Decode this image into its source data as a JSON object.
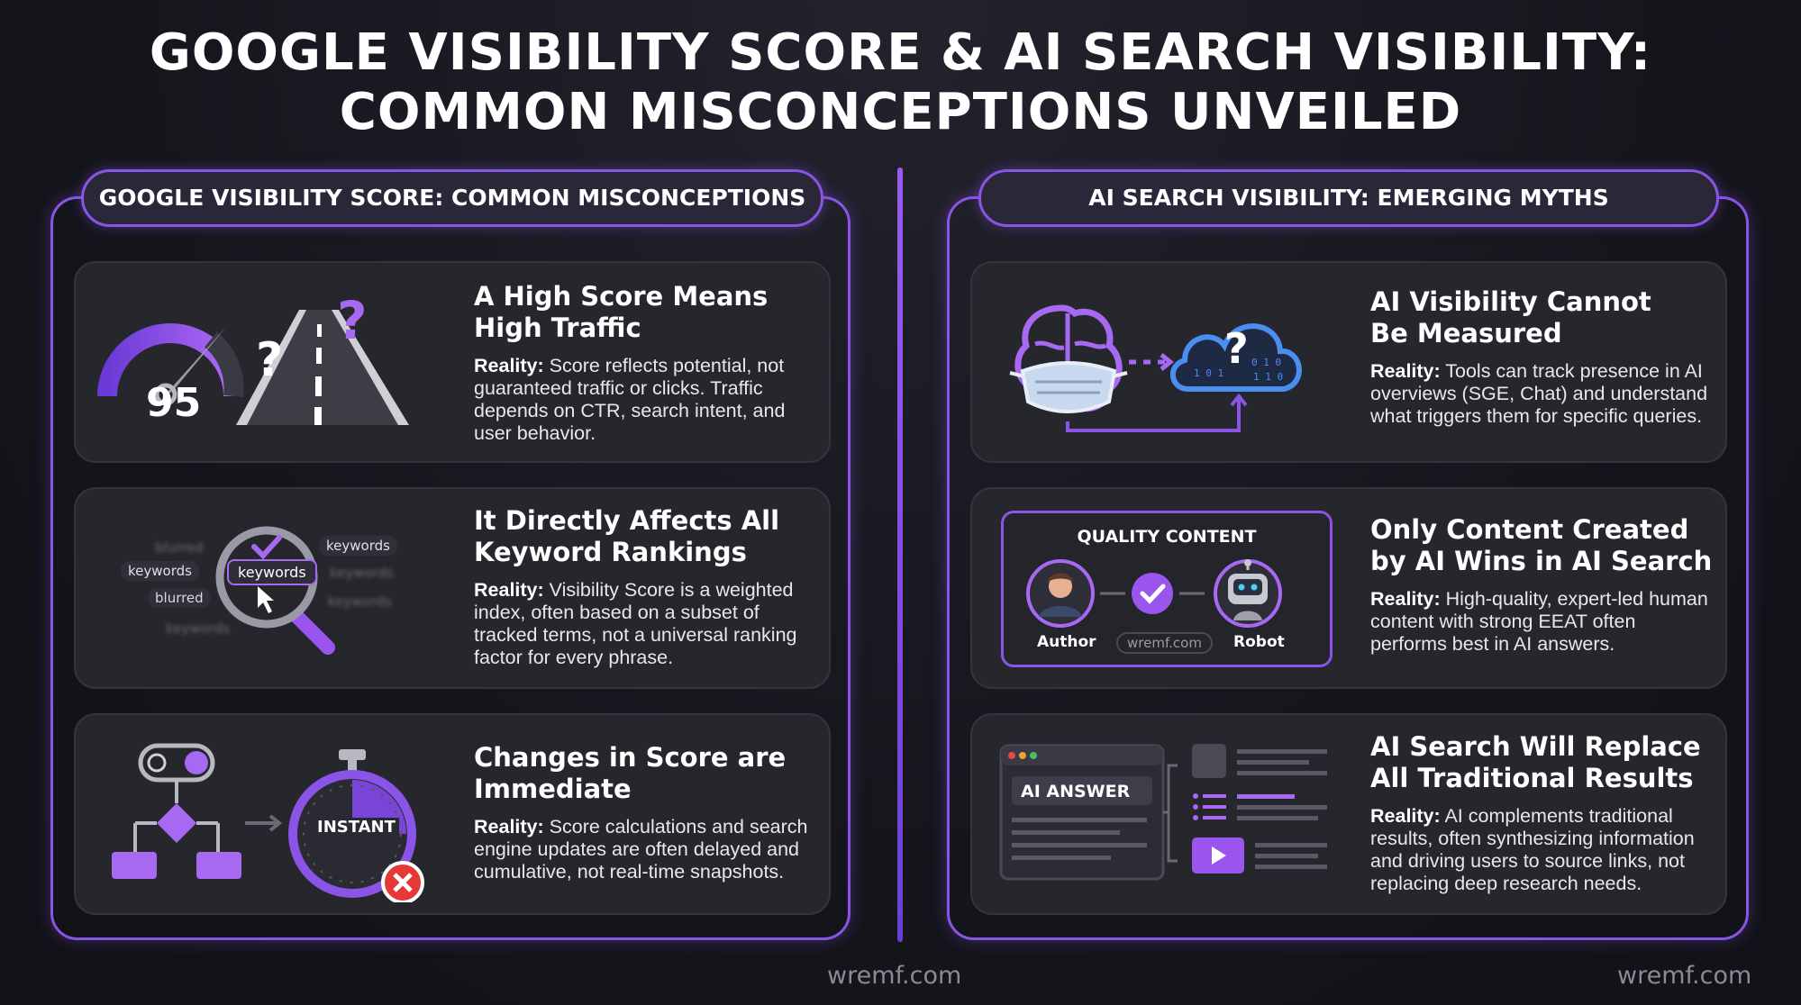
{
  "title": {
    "line1": "GOOGLE VISIBILITY SCORE & AI SEARCH VISIBILITY:",
    "line2": "COMMON MISCONCEPTIONS UNVEILED"
  },
  "left_panel": {
    "header": "GOOGLE VISIBILITY SCORE: COMMON MISCONCEPTIONS",
    "cards": [
      {
        "heading_line1": "A High Score Means",
        "heading_line2": "High Traffic",
        "reality_label": "Reality:",
        "reality_text": " Score reflects potential, not guaranteed traffic or clicks. Traffic depends on CTR, search intent, and user behavior.",
        "gauge_value": "95",
        "question_mark": "?"
      },
      {
        "heading_line1": "It Directly Affects All",
        "heading_line2": "Keyword Rankings",
        "reality_label": "Reality:",
        "reality_text": " Visibility Score is a weighted index, often based on a subset of tracked terms, not a universal ranking factor for every phrase.",
        "tags": {
          "blurred_top": "blurred",
          "keywords_left": "keywords",
          "blurred_left": "blurred",
          "keywords_bottom": "keywords",
          "keywords_center": "keywords",
          "keywords_right": "keywords",
          "keywords_right2": "keywords",
          "keywords_right3": "keywords"
        }
      },
      {
        "heading_line1": "Changes in Score are",
        "heading_line2": "Immediate",
        "reality_label": "Reality:",
        "reality_text": " Score calculations and search engine updates are often delayed and cumulative, not real-time snapshots.",
        "timer_label": "INSTANT"
      }
    ]
  },
  "right_panel": {
    "header": "AI SEARCH VISIBILITY: EMERGING MYTHS",
    "cards": [
      {
        "heading_line1": "AI Visibility Cannot",
        "heading_line2": "Be Measured",
        "reality_label": "Reality:",
        "reality_text": " Tools can track presence in AI overviews (SGE, Chat) and understand what triggers them for specific queries.",
        "question_mark": "?"
      },
      {
        "heading_line1": "Only Content Created",
        "heading_line2": "by AI Wins in AI Search",
        "reality_label": "Reality:",
        "reality_text": " High-quality, expert-led human content with strong EEAT often performs best in AI answers.",
        "box_title": "QUALITY CONTENT",
        "author_label": "Author",
        "robot_label": "Robot",
        "site_label": "wremf.com"
      },
      {
        "heading_line1": "AI Search Will Replace",
        "heading_line2": "All Traditional Results",
        "reality_label": "Reality:",
        "reality_text": " AI complements traditional results, often synthesizing information and driving users to source links, not replacing deep research needs.",
        "answer_label": "AI ANSWER"
      }
    ]
  },
  "footer": {
    "center": "wremf.com",
    "right": "wremf.com"
  },
  "colors": {
    "accent": "#8a55e6",
    "card_bg": "#26262d",
    "page_bg": "#15151c"
  }
}
